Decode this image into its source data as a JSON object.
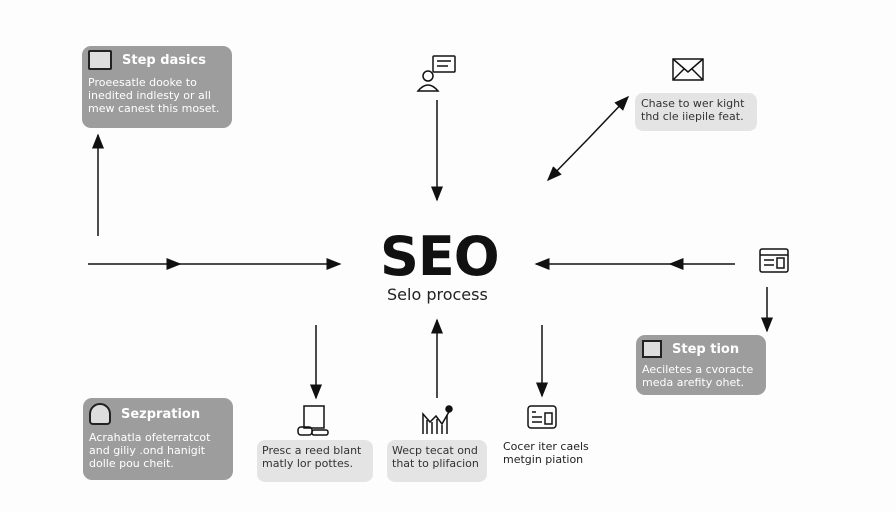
{
  "center": {
    "title": "SEO",
    "subtitle": "Selo process"
  },
  "boxes": {
    "top_left": {
      "title": "Step dasics",
      "text": [
        "Proeesatle dooke to",
        "inedited indlesty or all",
        "mew canest this moset."
      ]
    },
    "top_right": {
      "text": [
        "Chase to wer kight",
        "thd cle iiepile feat."
      ]
    },
    "mid_right": {
      "title": "Step tion",
      "text": [
        "Aeciletes a cvoracte",
        "meda arefity ohet."
      ]
    },
    "bottom_left": {
      "title": "Sezpration",
      "text": [
        "Acrahatla ofeterratcot",
        "and giliy .ond hanigit",
        "dolle pou cheit."
      ]
    },
    "bottom_1": {
      "text": [
        "Presc a reed blant",
        "matly lor pottes."
      ]
    },
    "bottom_2": {
      "text": [
        "Wecp tecat ond",
        "that to plifacion"
      ]
    },
    "bottom_3": {
      "text": [
        "Cocer iter caels",
        "metgin piation"
      ]
    }
  }
}
